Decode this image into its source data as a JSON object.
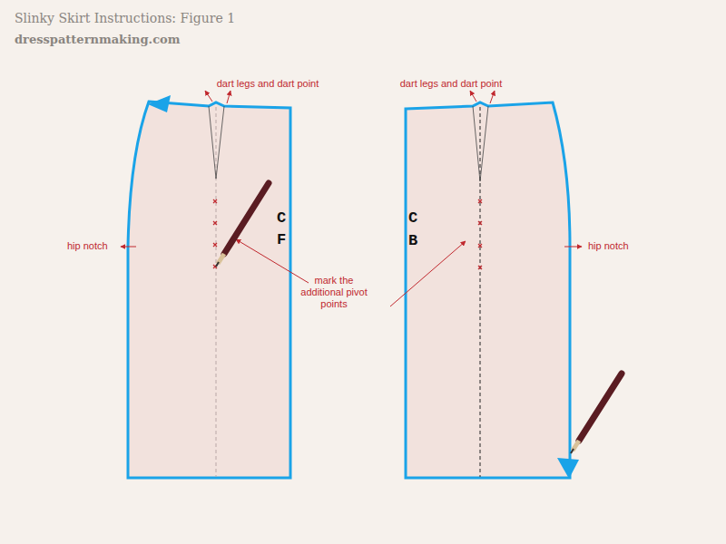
{
  "diagram": {
    "title": "Slinky Skirt Instructions: Figure 1",
    "labels": [
      "dresspatternmaking.com",
      "dart legs and dart point",
      "dart legs and dart point",
      "C",
      "F",
      "C",
      "B",
      "hip notch",
      "hip notch",
      "mark the additional pivot points"
    ]
  }
}
